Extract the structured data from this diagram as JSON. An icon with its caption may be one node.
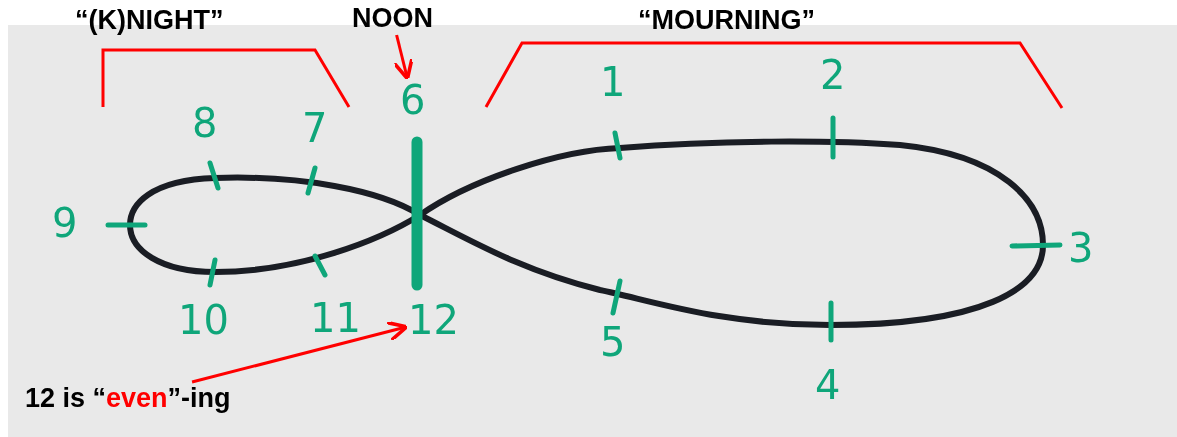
{
  "diagram": {
    "nodes": [
      {
        "text": [
          "NOON"
        ]
      },
      {
        "text": [
          "6"
        ]
      },
      {
        "text": [
          "12"
        ]
      },
      {
        "text": [
          "12 is “*even*”-ing"
        ]
      }
    ],
    "edges": [
      {
        "from": 0,
        "to": 1,
        "arrow": "to"
      },
      {
        "from": 3,
        "to": 2,
        "arrow": "to"
      }
    ],
    "labels": [
      "“(K)NIGHT”",
      "“MOURNING”",
      "1",
      "2",
      "8",
      "7",
      "9",
      "3",
      "10",
      "11",
      "5",
      "4"
    ]
  }
}
